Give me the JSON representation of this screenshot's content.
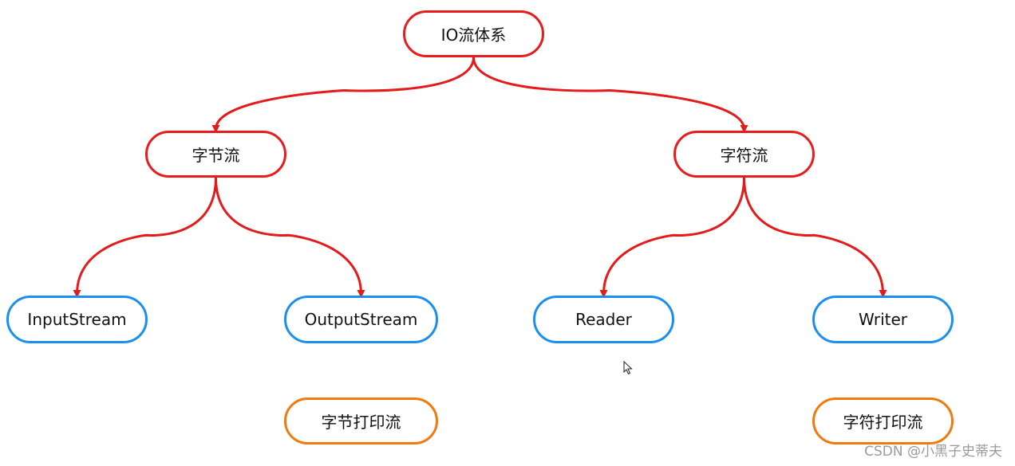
{
  "diagram": {
    "title": "",
    "nodes": {
      "root": "IO流体系",
      "byte_stream": "字节流",
      "char_stream": "字符流",
      "input_stream": "InputStream",
      "output_stream": "OutputStream",
      "reader": "Reader",
      "writer": "Writer",
      "byte_print_stream": "字节打印流",
      "char_print_stream": "字符打印流"
    },
    "edges": [
      {
        "from": "root",
        "to": "byte_stream"
      },
      {
        "from": "root",
        "to": "char_stream"
      },
      {
        "from": "byte_stream",
        "to": "input_stream"
      },
      {
        "from": "byte_stream",
        "to": "output_stream"
      },
      {
        "from": "char_stream",
        "to": "reader"
      },
      {
        "from": "char_stream",
        "to": "writer"
      }
    ],
    "colors": {
      "edge": "#e31b1b",
      "level1_border": "#e81c1c",
      "level2_border": "#1b8ff0",
      "print_border": "#f07a0c"
    }
  },
  "watermark": "CSDN @小黑子史蒂夫"
}
